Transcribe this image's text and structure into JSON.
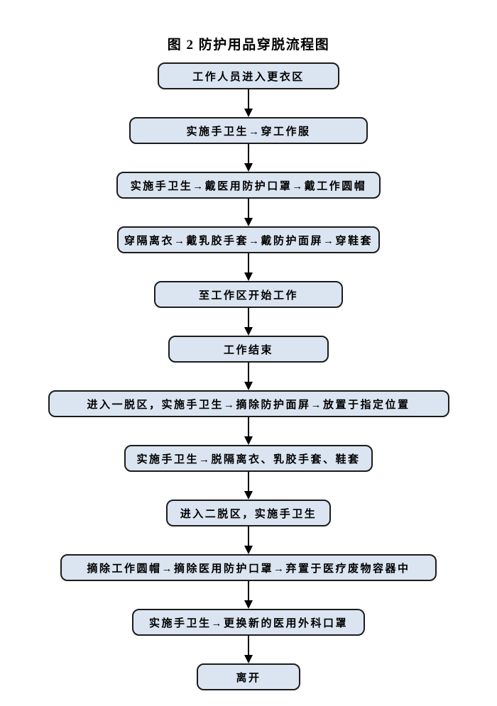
{
  "figure": {
    "title": "图 2  防护用品穿脱流程图"
  },
  "flow": {
    "nodes": [
      {
        "label": "工作人员进入更衣区"
      },
      {
        "label": "实施手卫生→穿工作服"
      },
      {
        "label": "实施手卫生→戴医用防护口罩→戴工作圆帽"
      },
      {
        "label": "穿隔离衣→戴乳胶手套→戴防护面屏→穿鞋套"
      },
      {
        "label": "至工作区开始工作"
      },
      {
        "label": "工作结束"
      },
      {
        "label": "进入一脱区，实施手卫生→摘除防护面屏→放置于指定位置"
      },
      {
        "label": "实施手卫生→脱隔离衣、乳胶手套、鞋套"
      },
      {
        "label": "进入二脱区，实施手卫生"
      },
      {
        "label": "摘除工作圆帽→摘除医用防护口罩→弃置于医疗废物容器中"
      },
      {
        "label": "实施手卫生→更换新的医用外科口罩"
      },
      {
        "label": "离开"
      }
    ],
    "connector_glyph": "→"
  },
  "colors": {
    "page_background": "#ffffff",
    "node_fill": "#dbe5f1",
    "node_border": "#1c1c1c",
    "arrow": "#000000",
    "text": "#000000"
  }
}
